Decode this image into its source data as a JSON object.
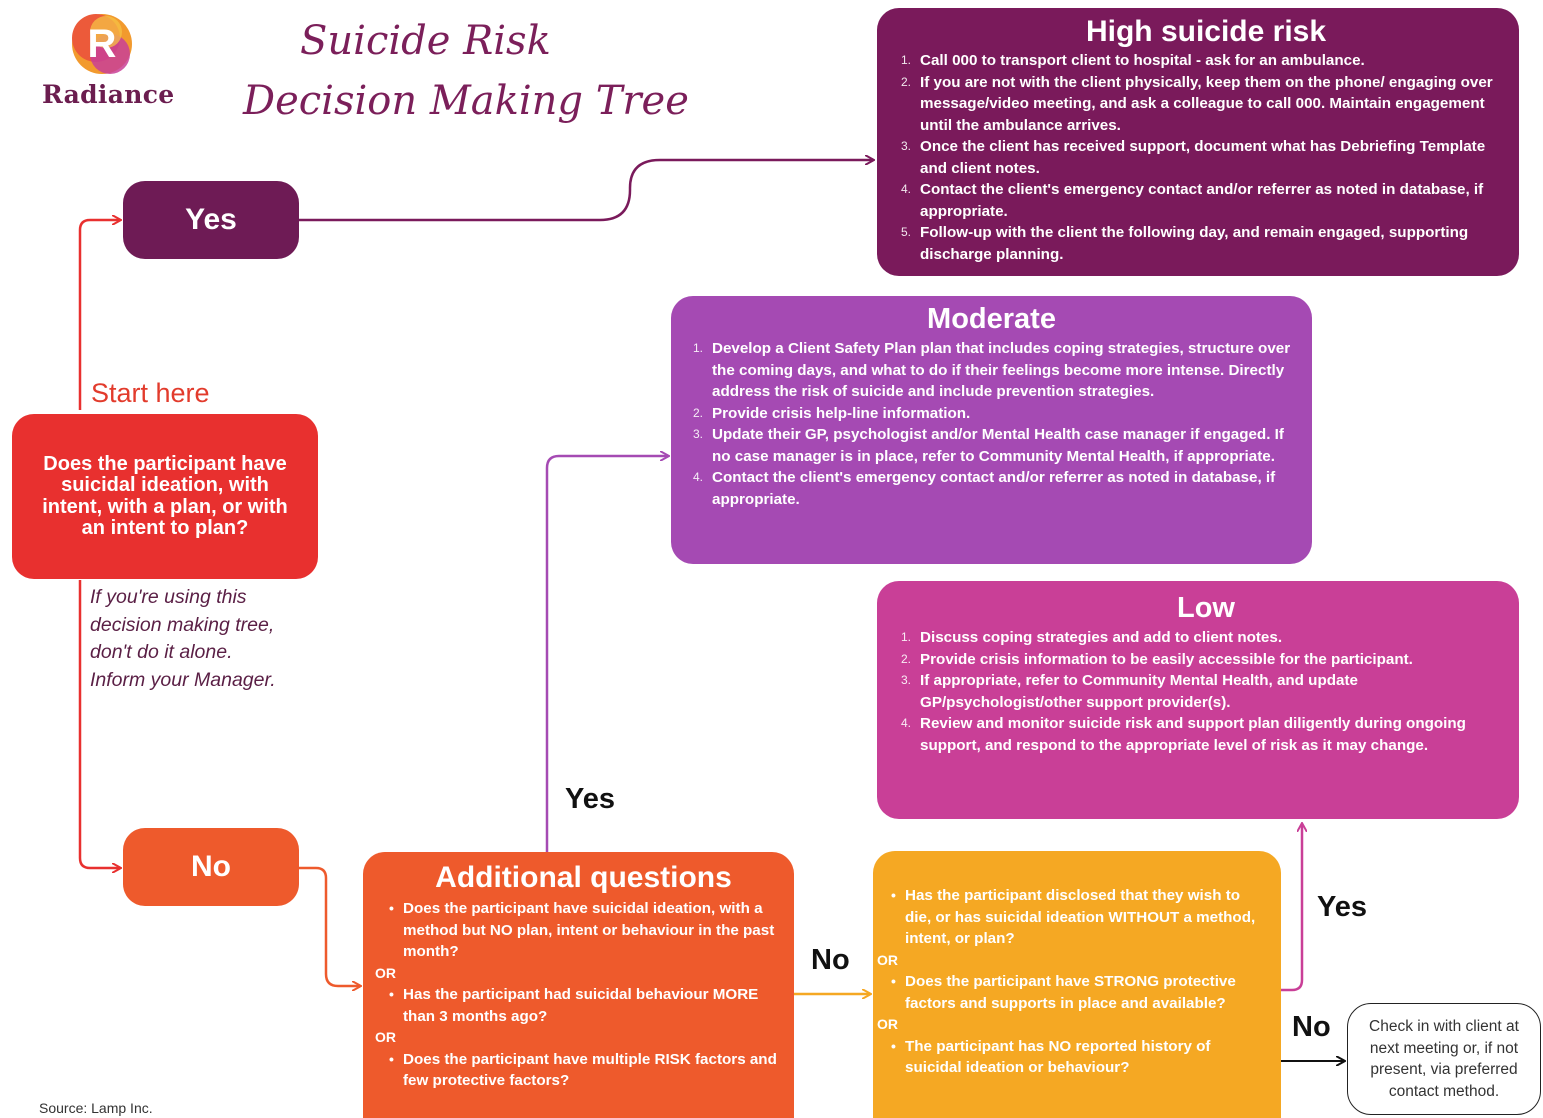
{
  "logo": {
    "mark": "R",
    "name": "Radiance"
  },
  "title": {
    "line1": "Suicide Risk",
    "line2": "Decision Making Tree"
  },
  "start": {
    "label": "Start here",
    "question": "Does the participant have suicidal ideation, with intent, with a plan, or with an intent to plan?",
    "note": "If you're using this decision making tree, don't do it alone. Inform your Manager."
  },
  "branches": {
    "yes": "Yes",
    "no": "No"
  },
  "high": {
    "title": "High suicide risk",
    "steps": [
      "Call 000 to transport client to hospital - ask for an ambulance.",
      "If you are not with the client physically, keep them on the phone/ engaging over message/video meeting, and ask a colleague to call 000. Maintain engagement until the ambulance arrives.",
      "Once the client has received support, document what has Debriefing Template and client notes.",
      "Contact the client's emergency contact and/or referrer as noted in database, if appropriate.",
      "Follow-up with the client the following day, and remain engaged, supporting discharge planning."
    ]
  },
  "moderate": {
    "title": "Moderate",
    "steps": [
      "Develop a Client Safety Plan plan that includes coping strategies, structure over the coming days, and what to do if their feelings become more intense. Directly address the risk of suicide and include prevention strategies.",
      "Provide crisis help-line information.",
      "Update their GP, psychologist and/or Mental Health case manager if engaged. If no case manager is in place, refer to Community Mental Health, if appropriate.",
      "Contact the client's emergency contact and/or referrer as noted in database, if appropriate."
    ]
  },
  "low": {
    "title": "Low",
    "steps": [
      "Discuss coping strategies and add to client notes.",
      "Provide crisis information to be easily accessible for the participant.",
      "If appropriate, refer to Community Mental Health, and update GP/psychologist/other support provider(s).",
      "Review and monitor suicide risk and support plan diligently during ongoing support, and respond to the appropriate level of risk as it may change."
    ]
  },
  "additional": {
    "title": "Additional questions",
    "q1": "Does the participant have suicidal ideation, with a method but NO plan, intent or behaviour in the past month?",
    "or1": "OR",
    "q2": "Has the participant had suicidal behaviour MORE than 3 months ago?",
    "or2": "OR",
    "q3": "Does the participant have multiple RISK factors and few protective factors?"
  },
  "followup": {
    "q1": "Has the participant disclosed that they wish to die, or has suicidal ideation WITHOUT a method, intent, or plan?",
    "or1": "OR",
    "q2": "Does the participant have STRONG protective factors and supports in place and available?",
    "or2": "OR",
    "q3": "The participant has NO reported history of suicidal ideation or behaviour?"
  },
  "edge_labels": {
    "additional_yes": "Yes",
    "additional_no": "No",
    "followup_yes": "Yes",
    "followup_no": "No"
  },
  "checkin": "Check in with client at next meeting or, if not present, via preferred contact method.",
  "source": "Source: Lamp Inc.",
  "colors": {
    "high": "#7a1a5b",
    "moderate": "#a54ab3",
    "low": "#c93f97",
    "start": "#e8302f",
    "additional": "#ee5a2c",
    "followup": "#f5a823",
    "yes_pill": "#6e1b55",
    "no_pill": "#ee5a2c"
  }
}
